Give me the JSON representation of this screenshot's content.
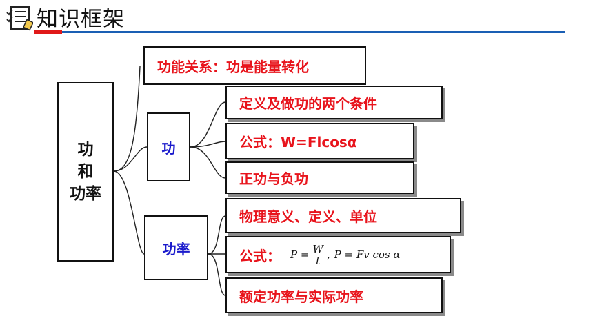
{
  "header": {
    "title": "知识框架"
  },
  "root": {
    "label": "功\n和\n功率"
  },
  "top_leaf": {
    "label": "功能关系：功是能量转化"
  },
  "work": {
    "label": "功",
    "items": [
      "定义及做功的两个条件",
      "公式：W=Flcosα",
      "正功与负功"
    ]
  },
  "power": {
    "label": "功率",
    "item1": "物理意义、定义、单位",
    "formula": {
      "prefix": "公式：",
      "p1": "P =",
      "num": "W",
      "den": "t",
      "sep": ",",
      "p2": "P = Fv cos α"
    },
    "item3": "额定功率与实际功率"
  },
  "colors": {
    "leaf_text": "#e8141c",
    "branch_text": "#1a1acc",
    "accent": "#1a5fb4",
    "header_accent": "#e01919"
  }
}
